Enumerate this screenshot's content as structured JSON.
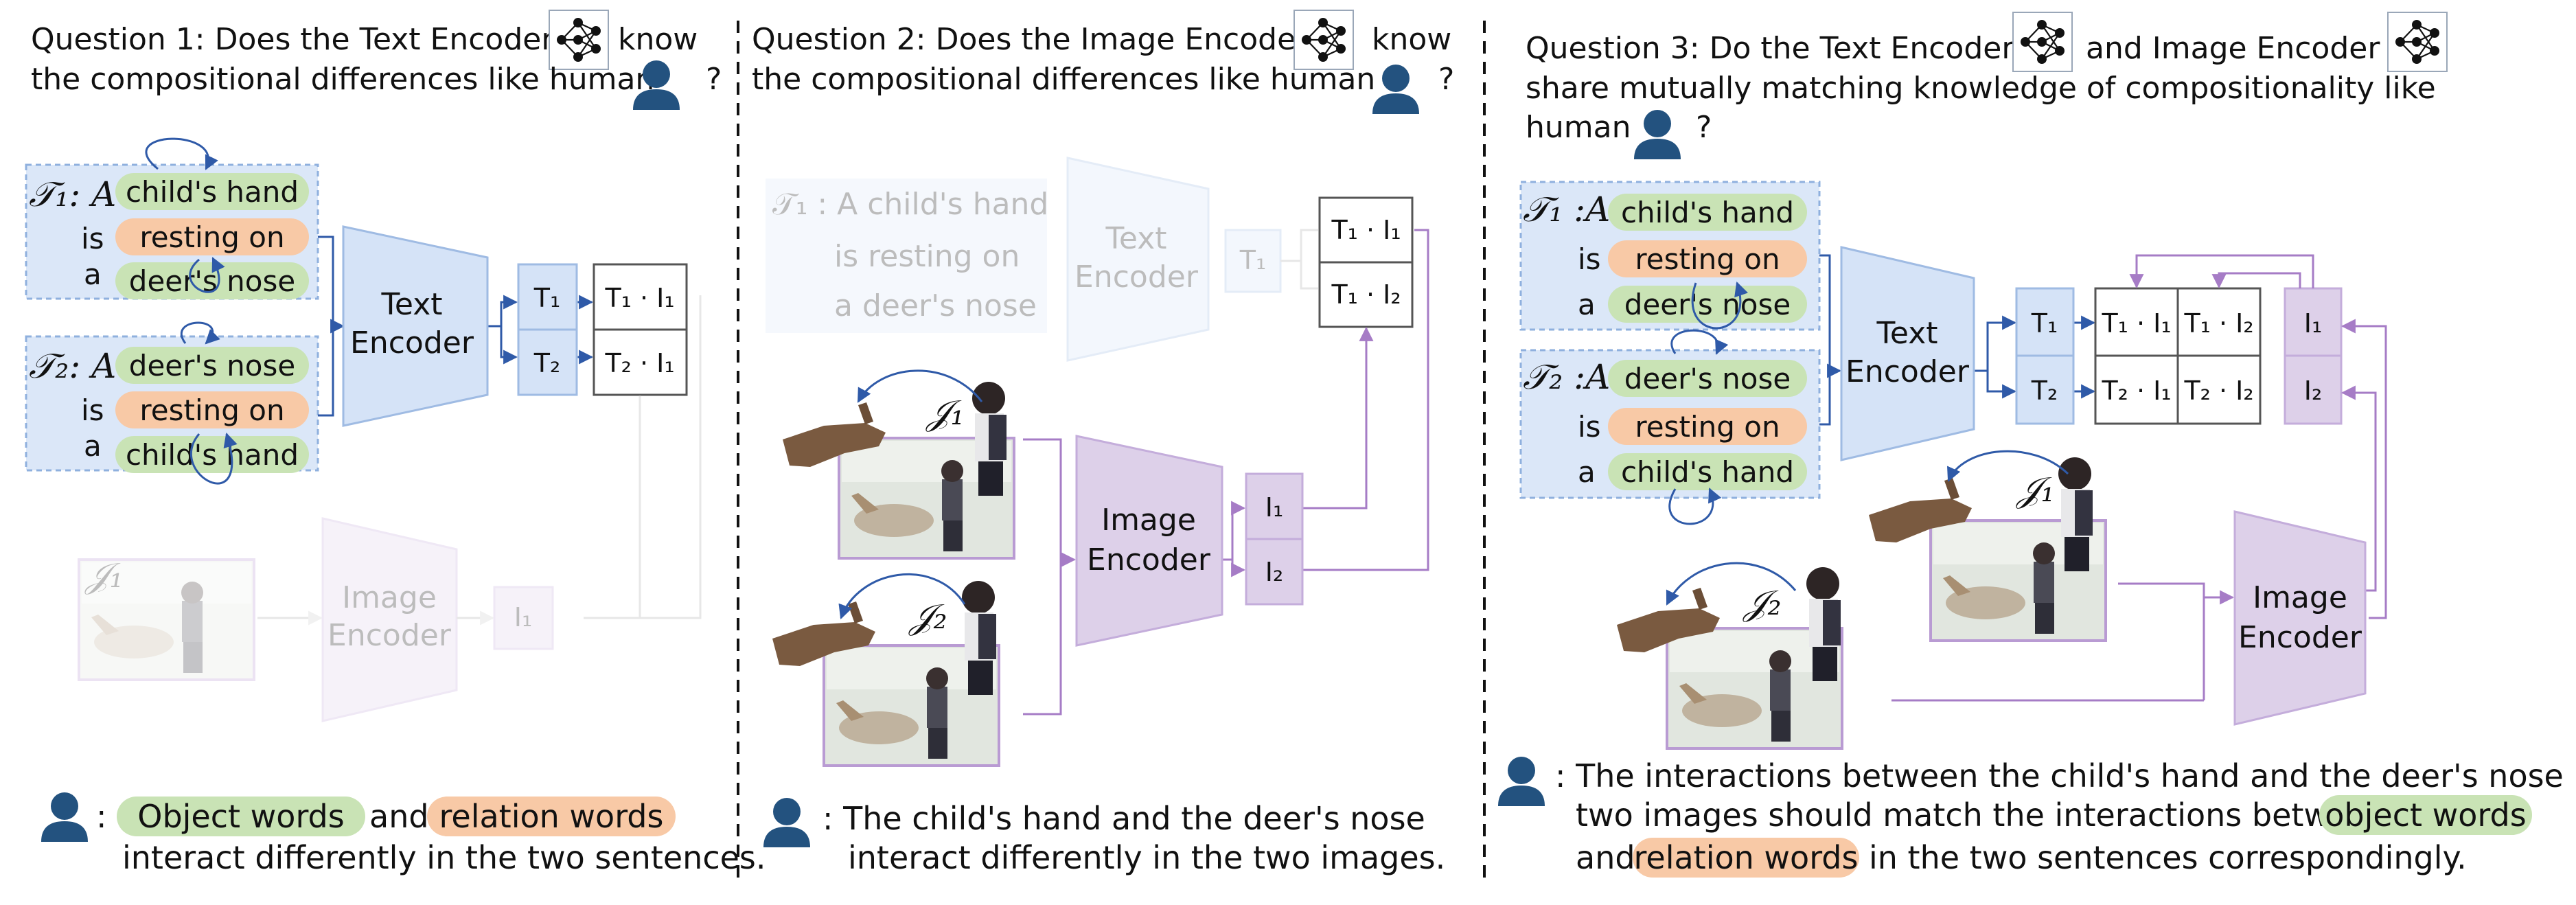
{
  "colors": {
    "object_pill": "#c9e3b5",
    "relation_pill": "#f8c9a6",
    "text_encoder": "#d5e3f7",
    "image_encoder": "#ddd0e9",
    "sentence_box": "#dbe7f8",
    "arrow_blue": "#2f5aa8",
    "arrow_purple": "#a67cc6",
    "person": "#23527f"
  },
  "icons": [
    "neural-network-icon",
    "person-icon",
    "image-placeholder-icon"
  ],
  "panel1": {
    "question": [
      "Question 1: Does the Text Encoder",
      "know",
      "the compositional differences like human",
      "?"
    ],
    "sentence1": {
      "label": "𝒯₁: A",
      "is": "is",
      "a": "a",
      "obj1": "child's hand",
      "rel": "resting on",
      "obj2": "deer's nose"
    },
    "sentence2": {
      "label": "𝒯₂: A",
      "is": "is",
      "a": "a",
      "obj1": "deer's nose",
      "rel": "resting on",
      "obj2": "child's hand"
    },
    "text_encoder": [
      "Text",
      "Encoder"
    ],
    "t1": "T₁",
    "t2": "T₂",
    "d1": "T₁ · I₁",
    "d2": "T₂ · I₁",
    "image_label": "𝒥₁",
    "image_encoder": [
      "Image",
      "Encoder"
    ],
    "i1": "I₁",
    "caption": [
      ":",
      "Object words",
      "and",
      "relation words",
      "interact differently in the two sentences."
    ]
  },
  "panel2": {
    "question": [
      "Question 2: Does the Image Encoder",
      "know",
      "the compositional differences like human",
      "?"
    ],
    "faded_text": [
      "𝒯₁ : A child's hand",
      "is resting on",
      "a deer's nose"
    ],
    "text_encoder": [
      "Text",
      "Encoder"
    ],
    "t1": "T₁",
    "d1": "T₁ · I₁",
    "d2": "T₁ · I₂",
    "image1_label": "𝒥₁",
    "image2_label": "𝒥₂",
    "image_encoder": [
      "Image",
      "Encoder"
    ],
    "i1": "I₁",
    "i2": "I₂",
    "caption": [
      ": The child's hand and the deer's nose",
      "interact differently in the two images."
    ]
  },
  "panel3": {
    "question": [
      "Question 3: Do the Text Encoder",
      "and Image Encoder",
      "share mutually matching knowledge of compositionality like",
      "human",
      "?"
    ],
    "sentence1": {
      "label": "𝒯₁ :A",
      "is": "is",
      "a": "a",
      "obj1": "child's hand",
      "rel": "resting on",
      "obj2": "deer's nose"
    },
    "sentence2": {
      "label": "𝒯₂ :A",
      "is": "is",
      "a": "a",
      "obj1": "deer's nose",
      "rel": "resting on",
      "obj2": "child's hand"
    },
    "text_encoder": [
      "Text",
      "Encoder"
    ],
    "t1": "T₁",
    "t2": "T₂",
    "matrix": [
      [
        "T₁ · I₁",
        "T₁ · I₂"
      ],
      [
        "T₂ · I₁",
        "T₂ · I₂"
      ]
    ],
    "i1": "I₁",
    "i2": "I₂",
    "image1_label": "𝒥₁",
    "image2_label": "𝒥₂",
    "image_encoder": [
      "Image",
      "Encoder"
    ],
    "caption": [
      ": The interactions between the child's hand and the deer's nose in the",
      "two images should match the interactions between",
      "object words",
      "and",
      "relation words",
      "in the two sentences correspondingly."
    ]
  }
}
